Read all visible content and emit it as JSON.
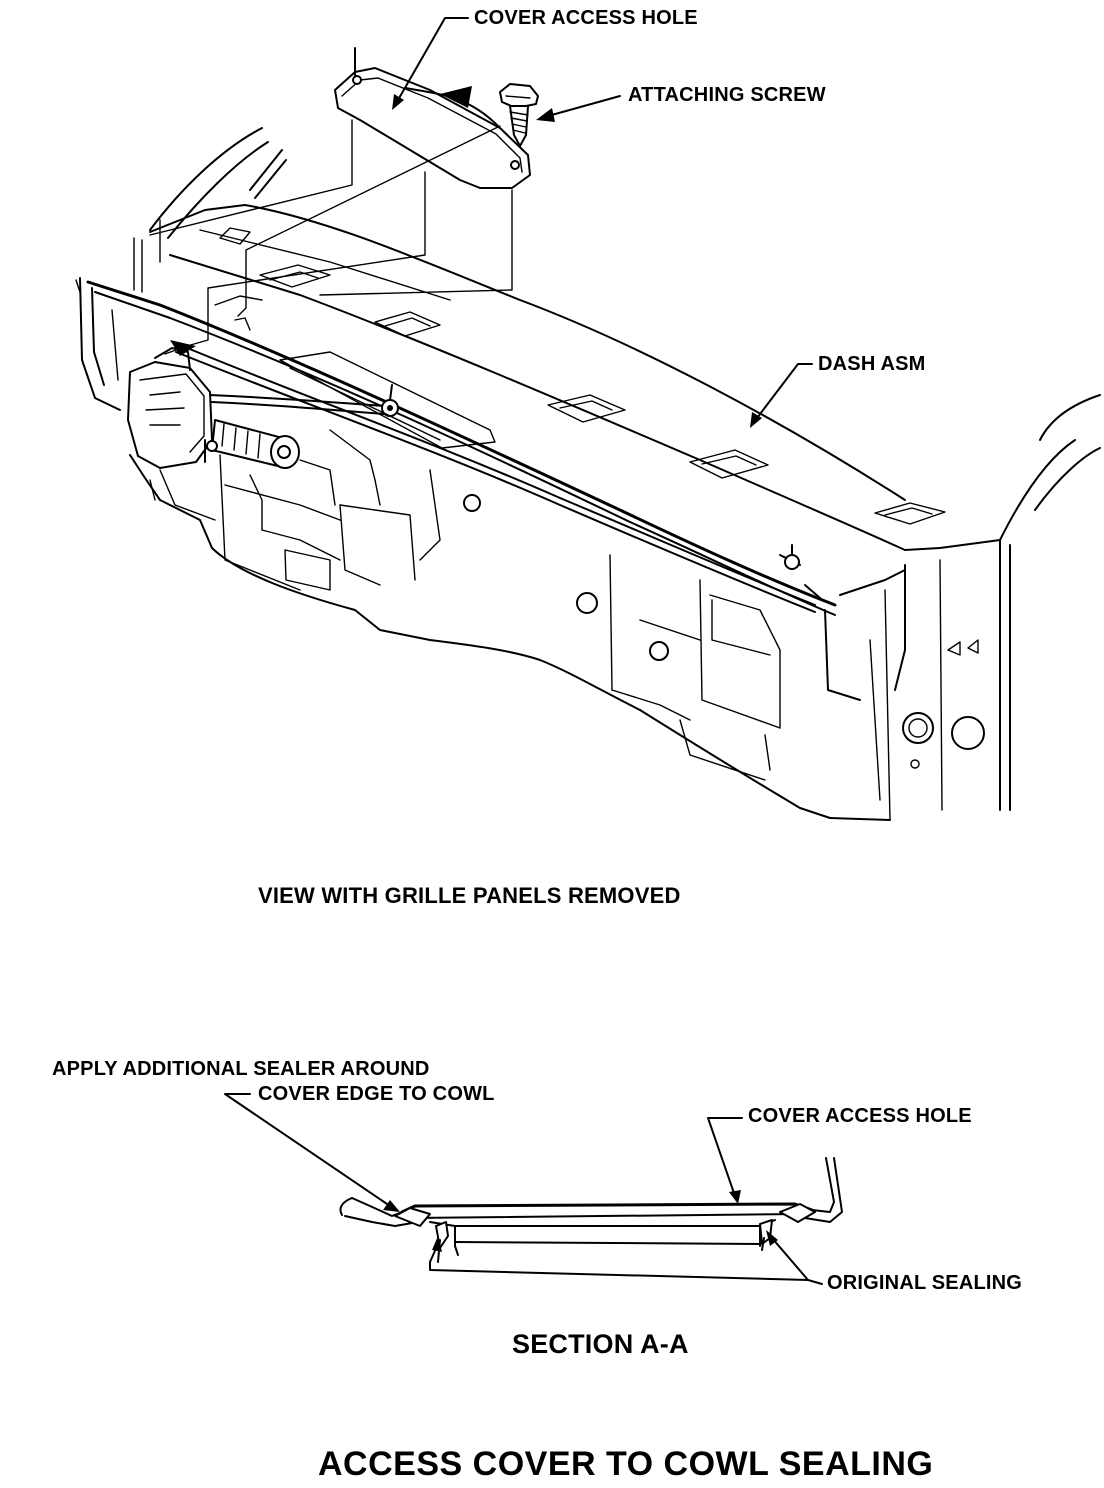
{
  "labels": {
    "cover_access_hole_top": "COVER ACCESS HOLE",
    "attaching_screw": "ATTACHING SCREW",
    "dash_asm": "DASH ASM",
    "view_caption": "VIEW WITH GRILLE PANELS REMOVED",
    "apply_sealer_line1": "APPLY ADDITIONAL SEALER AROUND",
    "apply_sealer_line2": "COVER EDGE TO COWL",
    "cover_access_hole_section": "COVER ACCESS HOLE",
    "original_sealing": "ORIGINAL SEALING",
    "section_caption": "SECTION A-A",
    "main_title": "ACCESS COVER TO COWL SEALING"
  }
}
